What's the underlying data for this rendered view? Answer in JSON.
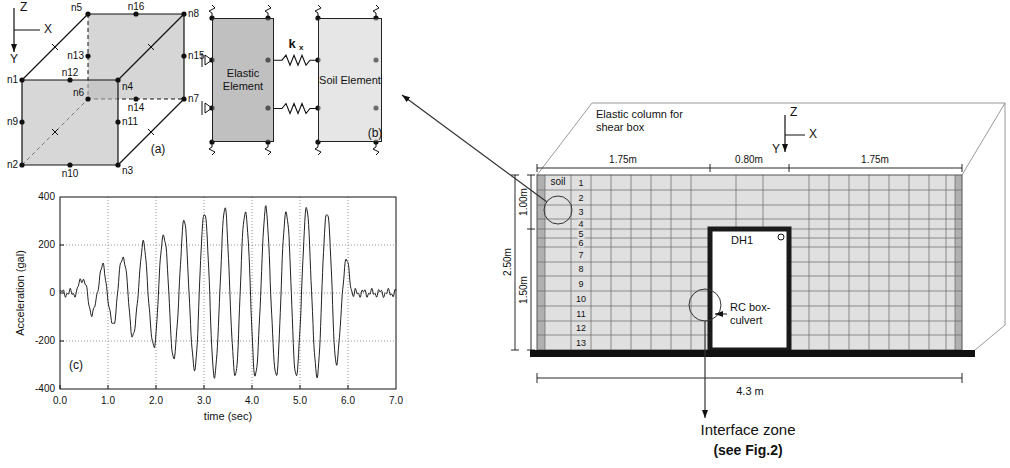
{
  "diagram": {
    "nodes": [
      {
        "text": [
          "Elastic Element"
        ]
      },
      {
        "text": [
          "Soil Element"
        ]
      }
    ],
    "edges": [
      {
        "from": 0,
        "to": 1,
        "arrow": "none"
      },
      {
        "from": 0,
        "to": 1,
        "arrow": "none"
      }
    ],
    "labels": [
      "Z",
      "X",
      "Y",
      "n5",
      "n16",
      "n8",
      "n13",
      "n15",
      "n6",
      "n14",
      "n7",
      "n1",
      "n12",
      "n4",
      "n9",
      "n11",
      "n2",
      "n10",
      "n3",
      "(a)",
      "k",
      "x",
      "(b)",
      "400",
      "200",
      "0",
      "-200",
      "-400",
      "0.0",
      "1.0",
      "2.0",
      "3.0",
      "4.0",
      "5.0",
      "6.0",
      "7.0",
      "Acceleration (gal)",
      "time (sec)",
      "(c)",
      "Elastic column for shear box",
      "Z",
      "X",
      "Y",
      "1.75m",
      "0.80m",
      "1.75m",
      "1.00m",
      "2.50m",
      "1.50m",
      "soil",
      "1",
      "2",
      "3",
      "4",
      "5",
      "6",
      "7",
      "8",
      "9",
      "10",
      "11",
      "12",
      "13",
      "DH1",
      "RC box-culvert",
      "4.3 m",
      "Interface zone",
      "(see Fig.2)"
    ]
  }
}
